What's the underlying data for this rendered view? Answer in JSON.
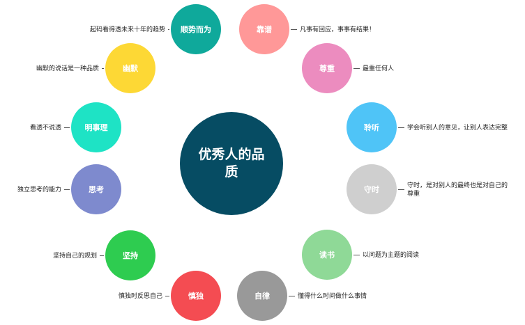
{
  "title": "优秀人的品质",
  "nodes": [
    {
      "id": "shunshi",
      "label": "顺势而为",
      "desc": "起码看得透未来十年的趋势",
      "color": "#0fa99b"
    },
    {
      "id": "kaopu",
      "label": "靠谱",
      "desc": "凡事有回应，事事有结果！",
      "color": "#ff9898"
    },
    {
      "id": "youmo",
      "label": "幽默",
      "desc": "幽默的说话是一种品质",
      "color": "#fdd835"
    },
    {
      "id": "zunzhong",
      "label": "尊重",
      "desc": "最重任何人",
      "color": "#ec8cbf"
    },
    {
      "id": "mingshili",
      "label": "明事理",
      "desc": "看透不说透",
      "color": "#1ee3c5"
    },
    {
      "id": "pingting",
      "label": "聆听",
      "desc": "学会听别人的意见，让别人表达完整",
      "color": "#4fc4f7"
    },
    {
      "id": "sikao",
      "label": "思考",
      "desc": "独立思考的能力",
      "color": "#7e8ace"
    },
    {
      "id": "shoushi",
      "label": "守时",
      "desc": "守时，是对别人的最终也是对自己的尊重",
      "color": "#cfcfcf"
    },
    {
      "id": "dushu",
      "label": "读书",
      "desc": "以问题为主题的阅读",
      "color": "#8fd997"
    },
    {
      "id": "jianchi",
      "label": "坚持",
      "desc": "坚持自己的规划",
      "color": "#2ecc50"
    },
    {
      "id": "shendu",
      "label": "慎独",
      "desc": "慎独时反思自己",
      "color": "#f44c52"
    },
    {
      "id": "zilv",
      "label": "自律",
      "desc": "懂得什么时间做什么事情",
      "color": "#999999"
    }
  ],
  "center_color": "#064c63"
}
